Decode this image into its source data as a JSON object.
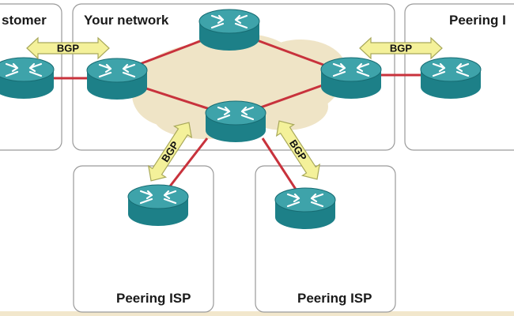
{
  "regions": {
    "customer": "stomer",
    "your_network": "Your network",
    "peering_top_right": "Peering I",
    "peering_bottom_left": "Peering ISP",
    "peering_bottom_right": "Peering ISP"
  },
  "sessions": {
    "customer_link": "BGP",
    "peering_top_right_link": "BGP",
    "peering_bottom_left_link": "BGP",
    "peering_bottom_right_link": "BGP"
  },
  "colors": {
    "router_body": "#1d8088",
    "router_top": "#3ea3aa",
    "link": "#c8323c",
    "cloud": "#efe4c6",
    "arrow_fill": "#f4f19a",
    "arrow_stroke": "#a8a85a",
    "box_stroke": "#9a9a9a",
    "bottom_band": "#f2e7cc"
  },
  "icons": {
    "router": "router-icon",
    "cloud": "cloud-shape",
    "arrow": "double-arrow"
  }
}
